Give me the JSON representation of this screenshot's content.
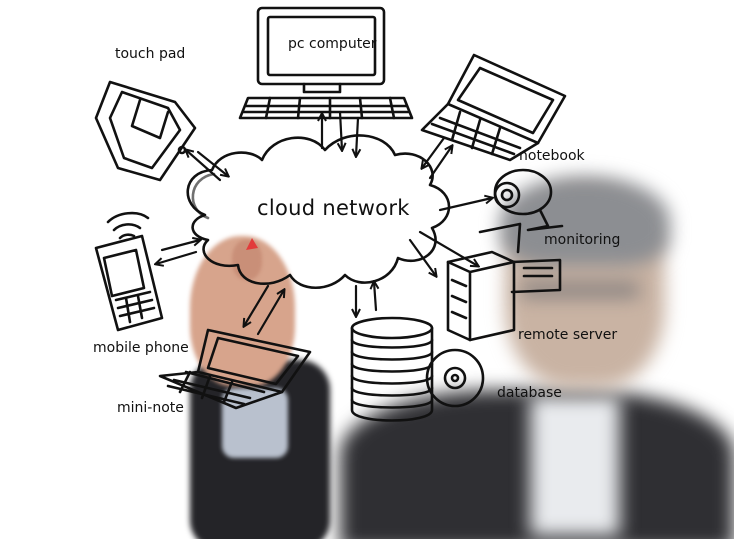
{
  "diagram": {
    "center_label": "cloud network",
    "nodes": {
      "pc_computer": "pc computer",
      "touch_pad": "touch pad",
      "notebook": "notebook",
      "monitoring": "monitoring",
      "remote_server": "remote server",
      "database": "database",
      "mini_note": "mini-note",
      "mobile_phone": "mobile phone"
    }
  },
  "colors": {
    "ink": "#111111",
    "background": "#ffffff",
    "skin": "#d7a48c",
    "suit": "#2f2f33",
    "pen_tip": "#e23b3b"
  }
}
